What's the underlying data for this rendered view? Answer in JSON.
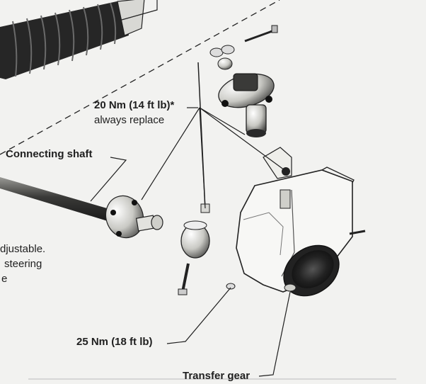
{
  "labels": {
    "torque_1_value": "20 Nm (14 ft lb)*",
    "torque_1_note": "always replace",
    "connecting_shaft": "Connecting shaft",
    "torque_2_value": "25 Nm (18 ft lb)",
    "transfer_gear": "Transfer gear",
    "partial_line_1": "djustable.",
    "partial_line_2": "steering",
    "partial_line_3": "e"
  },
  "colors": {
    "paper": "#f2f2f0",
    "ink": "#1f1f1f",
    "metal_light": "#d6d6d2",
    "metal_dark": "#2a2a2a"
  }
}
